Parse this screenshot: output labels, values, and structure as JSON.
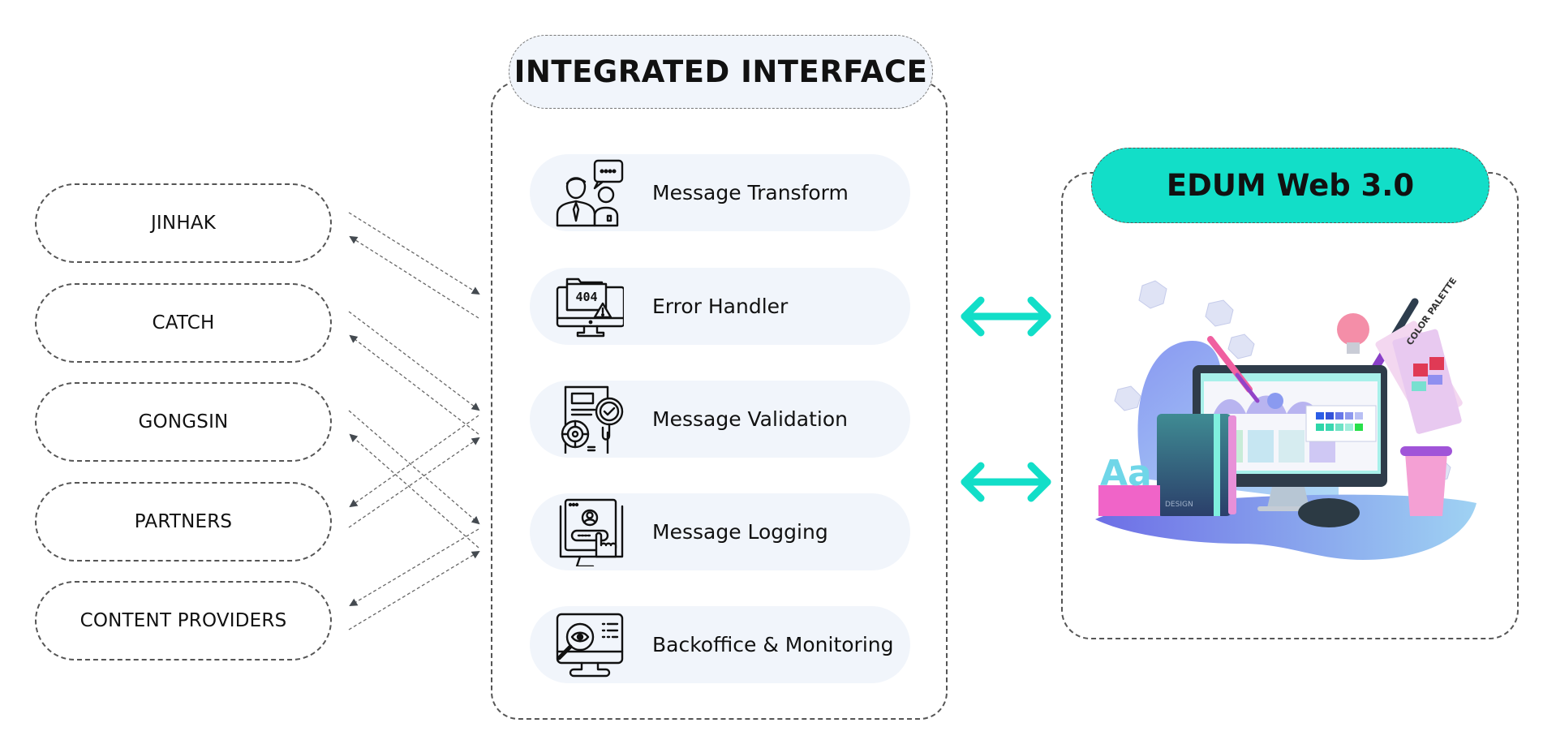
{
  "sources": [
    {
      "label": "JINHAK"
    },
    {
      "label": "CATCH"
    },
    {
      "label": "GONGSIN"
    },
    {
      "label": "PARTNERS"
    },
    {
      "label": "CONTENT PROVIDERS"
    }
  ],
  "integrated_interface": {
    "title": "INTEGRATED INTERFACE",
    "services": [
      {
        "label": "Message Transform",
        "icon": "people-chat-icon"
      },
      {
        "label": "Error Handler",
        "icon": "error-404-monitor-icon"
      },
      {
        "label": "Message Validation",
        "icon": "document-gear-check-icon"
      },
      {
        "label": "Message Logging",
        "icon": "monitor-login-icon"
      },
      {
        "label": "Backoffice & Monitoring",
        "icon": "monitor-eye-search-icon"
      }
    ]
  },
  "edum": {
    "title": "EDUM Web 3.0",
    "illustration": "web-design-workspace-illustration",
    "illustration_texts": {
      "palette": "COLOR PALETTE",
      "book": "DESIGN",
      "letters": "Aa"
    }
  },
  "colors": {
    "accent": "#12dec8",
    "pill_bg": "#f1f5fb",
    "dash": "#555555",
    "connector": "#444a50"
  }
}
